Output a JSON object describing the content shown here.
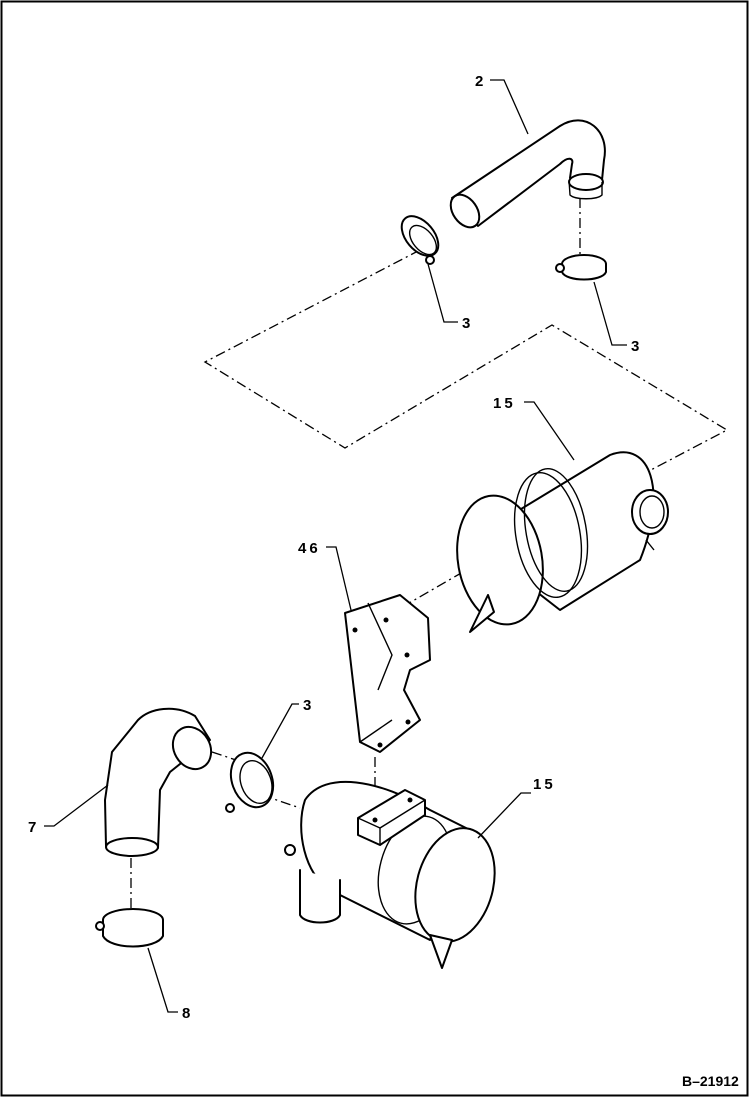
{
  "callouts": {
    "tube_top": "2",
    "clamp_top_left": "3",
    "clamp_top_right": "3",
    "cleaner_upper": "15",
    "bracket": "46",
    "clamp_middle": "3",
    "elbow": "7",
    "cleaner_lower": "15",
    "clamp_bottom": "8"
  },
  "figure_id": "B–21912",
  "colors": {
    "line": "#000000",
    "background": "#ffffff"
  }
}
